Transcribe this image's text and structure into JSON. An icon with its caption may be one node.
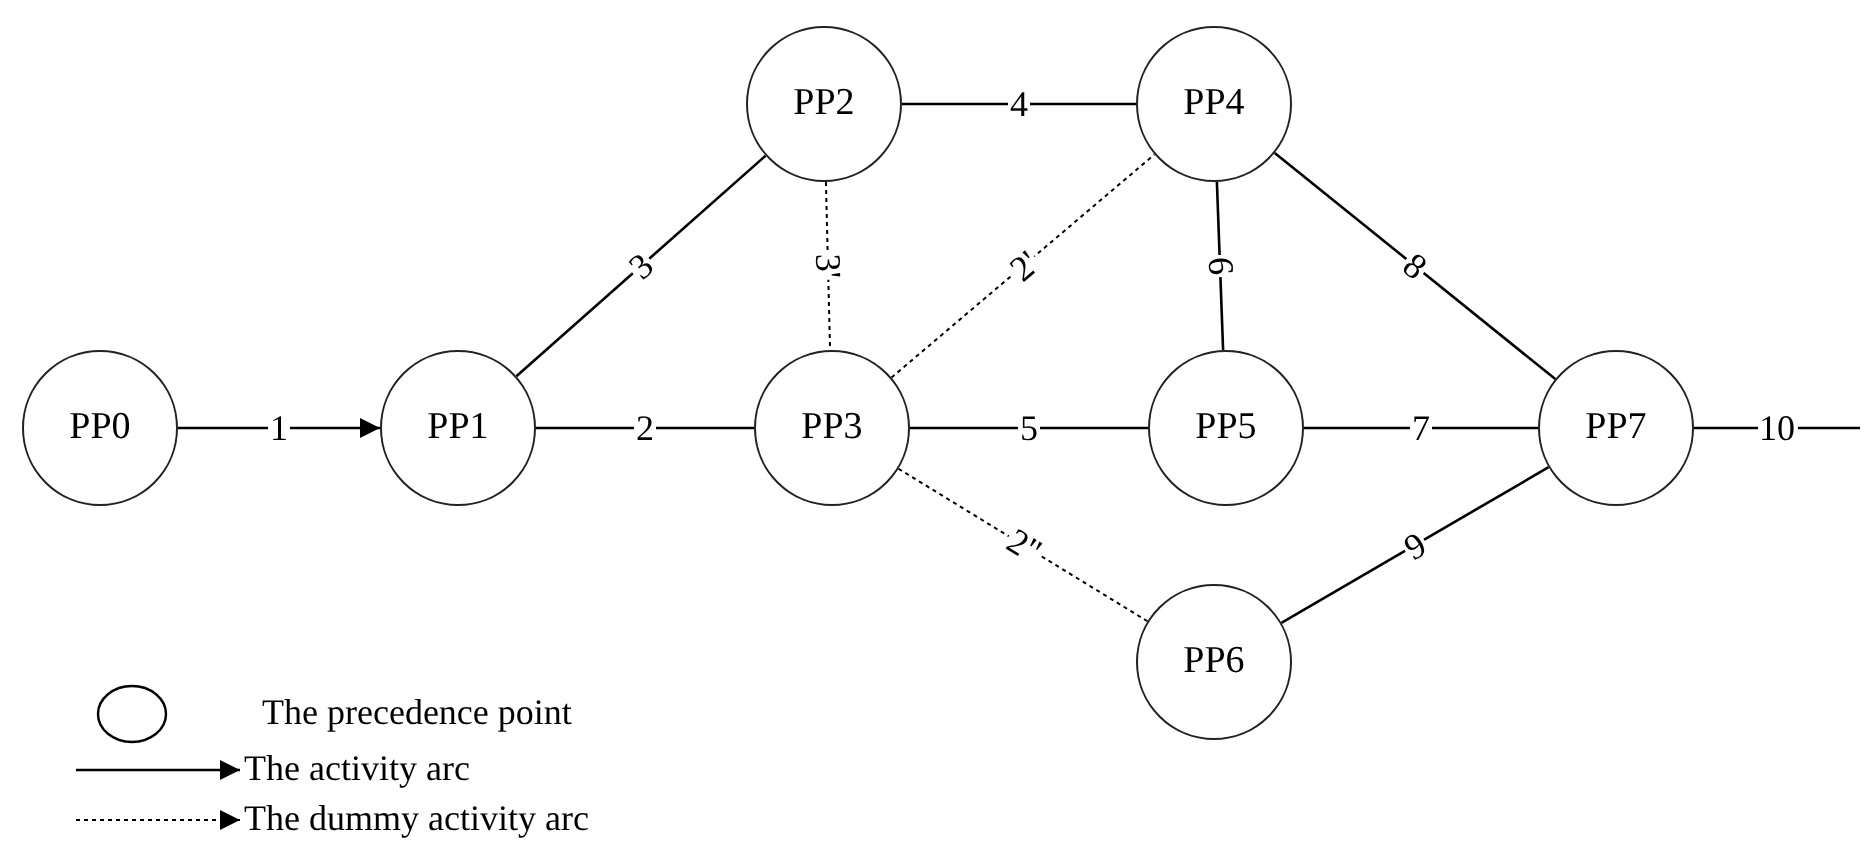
{
  "diagram": {
    "nodes": [
      {
        "text": [
          "PP0"
        ]
      },
      {
        "text": [
          "PP1"
        ]
      },
      {
        "text": [
          "PP2"
        ]
      },
      {
        "text": [
          "PP3"
        ]
      },
      {
        "text": [
          "PP4"
        ]
      },
      {
        "text": [
          "PP5"
        ]
      },
      {
        "text": [
          "PP6"
        ]
      },
      {
        "text": [
          "PP7"
        ]
      }
    ],
    "edges": [
      {
        "from": 0,
        "to": 1,
        "arrow": "to",
        "label": "1"
      },
      {
        "from": 1,
        "to": 3,
        "arrow": "none",
        "label": "2"
      },
      {
        "from": 1,
        "to": 2,
        "arrow": "none",
        "label": "3"
      },
      {
        "from": 2,
        "to": 3,
        "arrow": "none",
        "label": "3'",
        "style": "dashed"
      },
      {
        "from": 2,
        "to": 4,
        "arrow": "none",
        "label": "4"
      },
      {
        "from": 3,
        "to": 4,
        "arrow": "none",
        "label": "2'",
        "style": "dashed"
      },
      {
        "from": 3,
        "to": 5,
        "arrow": "none",
        "label": "5"
      },
      {
        "from": 3,
        "to": 6,
        "arrow": "none",
        "label": "2\"",
        "style": "dashed"
      },
      {
        "from": 4,
        "to": 5,
        "arrow": "none",
        "label": "6"
      },
      {
        "from": 5,
        "to": 7,
        "arrow": "none",
        "label": "7"
      },
      {
        "from": 4,
        "to": 7,
        "arrow": "none",
        "label": "8"
      },
      {
        "from": 6,
        "to": 7,
        "arrow": "none",
        "label": "9"
      },
      {
        "from": 7,
        "to": null,
        "arrow": "none",
        "label": "10"
      }
    ],
    "legend": [
      {
        "text": "The precedence point"
      },
      {
        "text": "The activity arc"
      },
      {
        "text": "The dummy activity arc"
      }
    ]
  }
}
